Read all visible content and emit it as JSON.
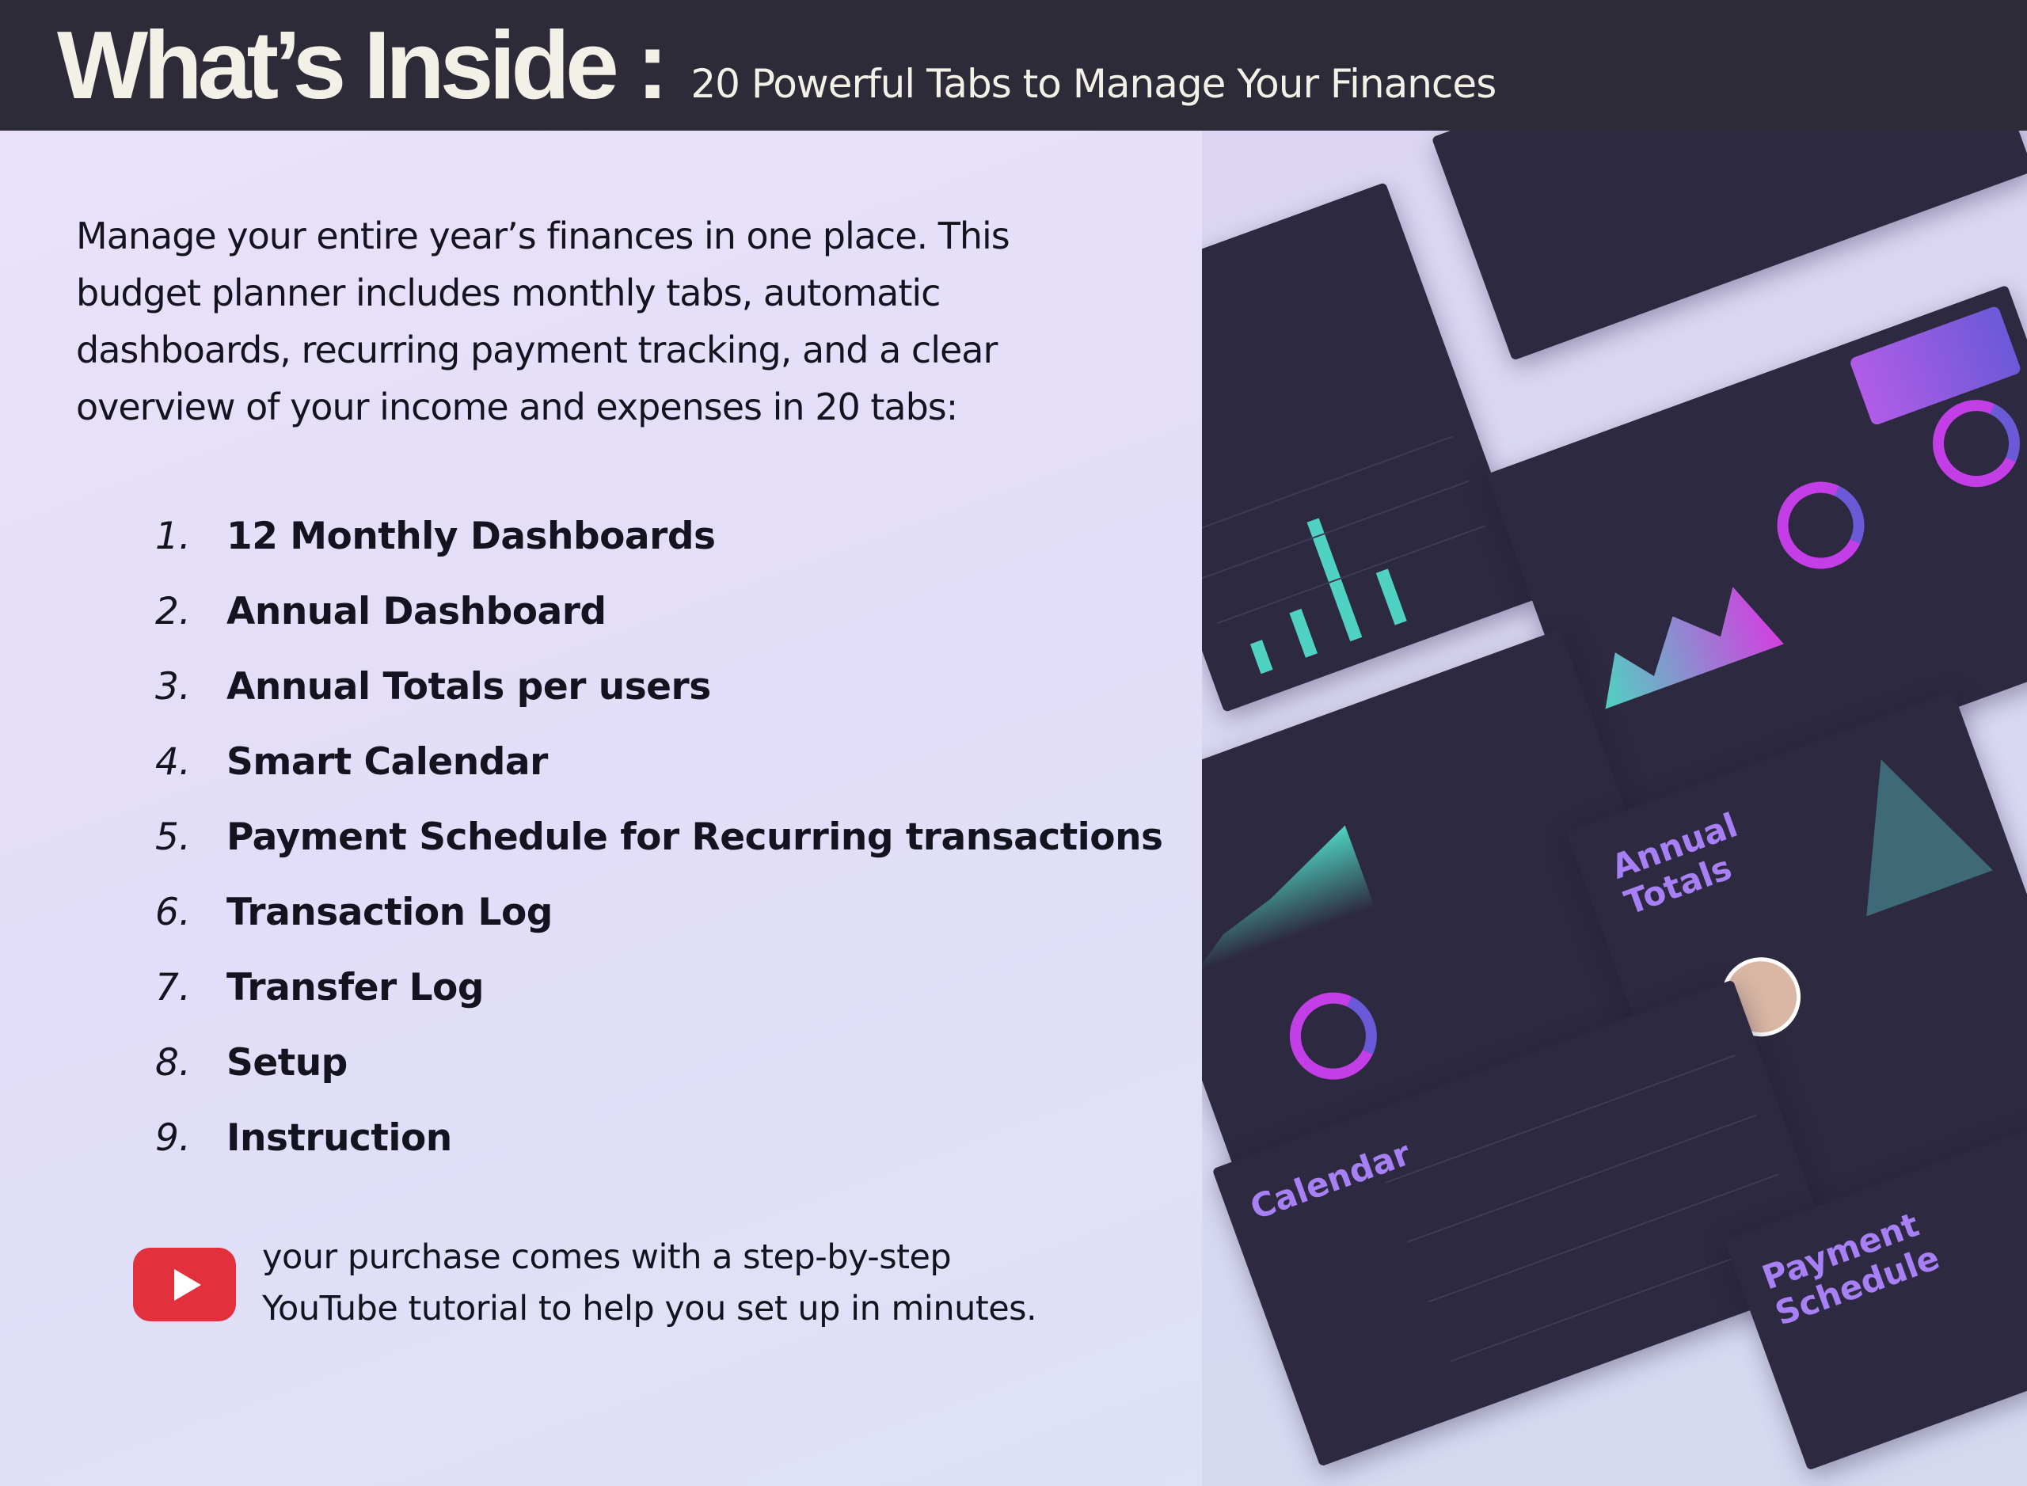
{
  "header": {
    "title": "What’s Inside :",
    "subtitle": "20 Powerful Tabs to Manage Your Finances"
  },
  "intro": "Manage your entire year’s finances in one place. This budget planner includes monthly tabs, automatic dashboards, recurring payment tracking, and a clear overview of your income and expenses in 20 tabs:",
  "items": [
    {
      "n": "1.",
      "label": "12 Monthly Dashboards"
    },
    {
      "n": "2.",
      "label": "Annual Dashboard"
    },
    {
      "n": "3.",
      "label": "Annual Totals per users"
    },
    {
      "n": "4.",
      "label": "Smart Calendar"
    },
    {
      "n": "5.",
      "label": "Payment Schedule for Recurring transactions"
    },
    {
      "n": "6.",
      "label": "Transaction Log"
    },
    {
      "n": "7.",
      "label": "Transfer Log"
    },
    {
      "n": "8.",
      "label": "Setup"
    },
    {
      "n": "9.",
      "label": "Instruction"
    }
  ],
  "youtube": {
    "icon": "youtube-play-icon",
    "line1": "your purchase comes with a step-by-step",
    "line2": "YouTube tutorial to help you set up in minutes."
  },
  "collage": {
    "annual_totals": "Annual Totals",
    "calendar": "Calendar",
    "payment_schedule": "Payment Schedule",
    "accent": "#a780f5"
  }
}
